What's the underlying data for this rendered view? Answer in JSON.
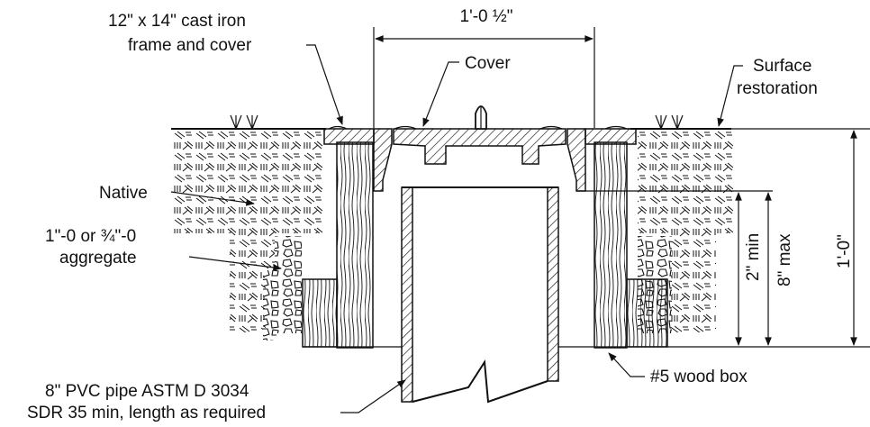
{
  "labels": {
    "frame_line1": "12\" x 14\"  cast iron",
    "frame_line2": "frame and cover",
    "width_dim": "1'-0 ½\"",
    "cover": "Cover",
    "surface_line1": "Surface",
    "surface_line2": "restoration",
    "native": "Native",
    "aggregate_line1": "1\"-0 or ¾\"-0",
    "aggregate_line2": "aggregate",
    "min_dim": "2\" min",
    "max_dim": "8\" max",
    "height_dim": "1'-0\"",
    "pipe_line1": "8\" PVC pipe ASTM D 3034",
    "pipe_line2": "SDR 35 min, length as required",
    "wood_box": "#5 wood box"
  },
  "colors": {
    "ink": "#111111",
    "paper": "#ffffff"
  }
}
